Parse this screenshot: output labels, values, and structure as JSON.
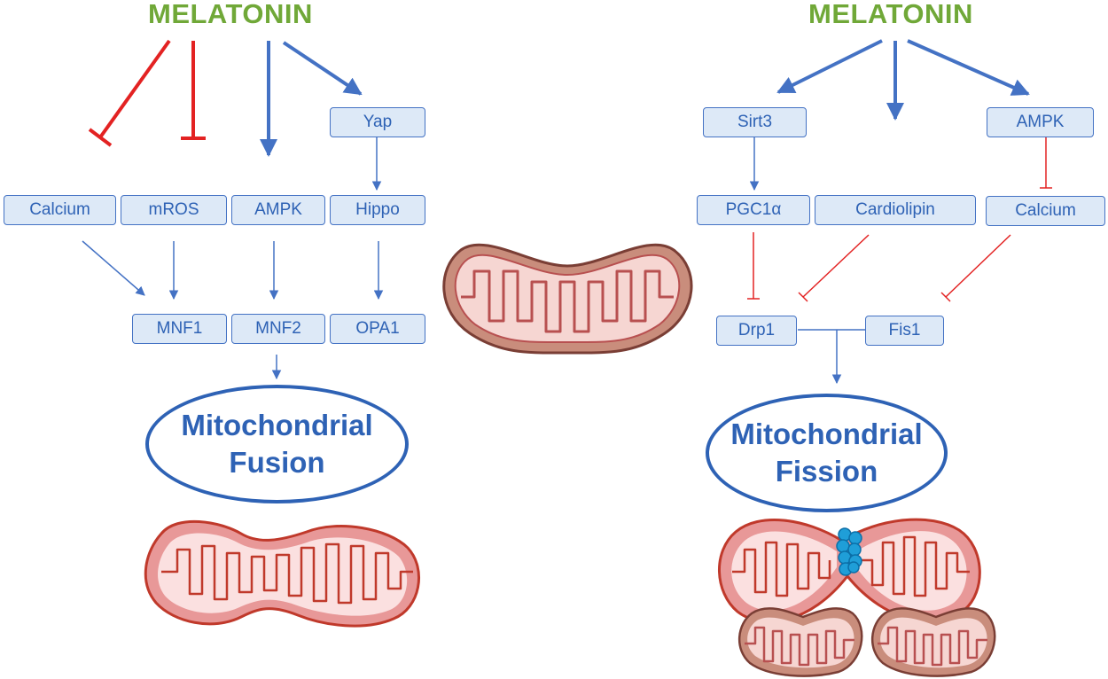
{
  "colors": {
    "title": "#70a838",
    "activate": "#4472c4",
    "inhibit": "#e32222",
    "node_fill": "#dde9f7",
    "mito_outer": "#e89898",
    "mito_inner": "#f8dada",
    "mito_stroke": "#c0392b",
    "drp1_ring": "#1f9ed8"
  },
  "fusion": {
    "title": "MELATONIN",
    "nodes": {
      "yap": "Yap",
      "calcium": "Calcium",
      "mros": "mROS",
      "ampk": "AMPK",
      "hippo": "Hippo",
      "mnf1": "MNF1",
      "mnf2": "MNF2",
      "opa1": "OPA1"
    },
    "outcome_line1": "Mitochondrial",
    "outcome_line2": "Fusion"
  },
  "fission": {
    "title": "MELATONIN",
    "nodes": {
      "sirt3": "Sirt3",
      "ampk": "AMPK",
      "pgc1a": "PGC1α",
      "cardiolipin": "Cardiolipin",
      "calcium": "Calcium",
      "drp1": "Drp1",
      "fis1": "Fis1"
    },
    "outcome_line1": "Mitochondrial",
    "outcome_line2": "Fission"
  },
  "mitochondria_icons": [
    "mitochondrion-icon",
    "elongated-mitochondrion-icon",
    "dividing-mitochondrion-icon",
    "daughter-mitochondria-icon"
  ]
}
